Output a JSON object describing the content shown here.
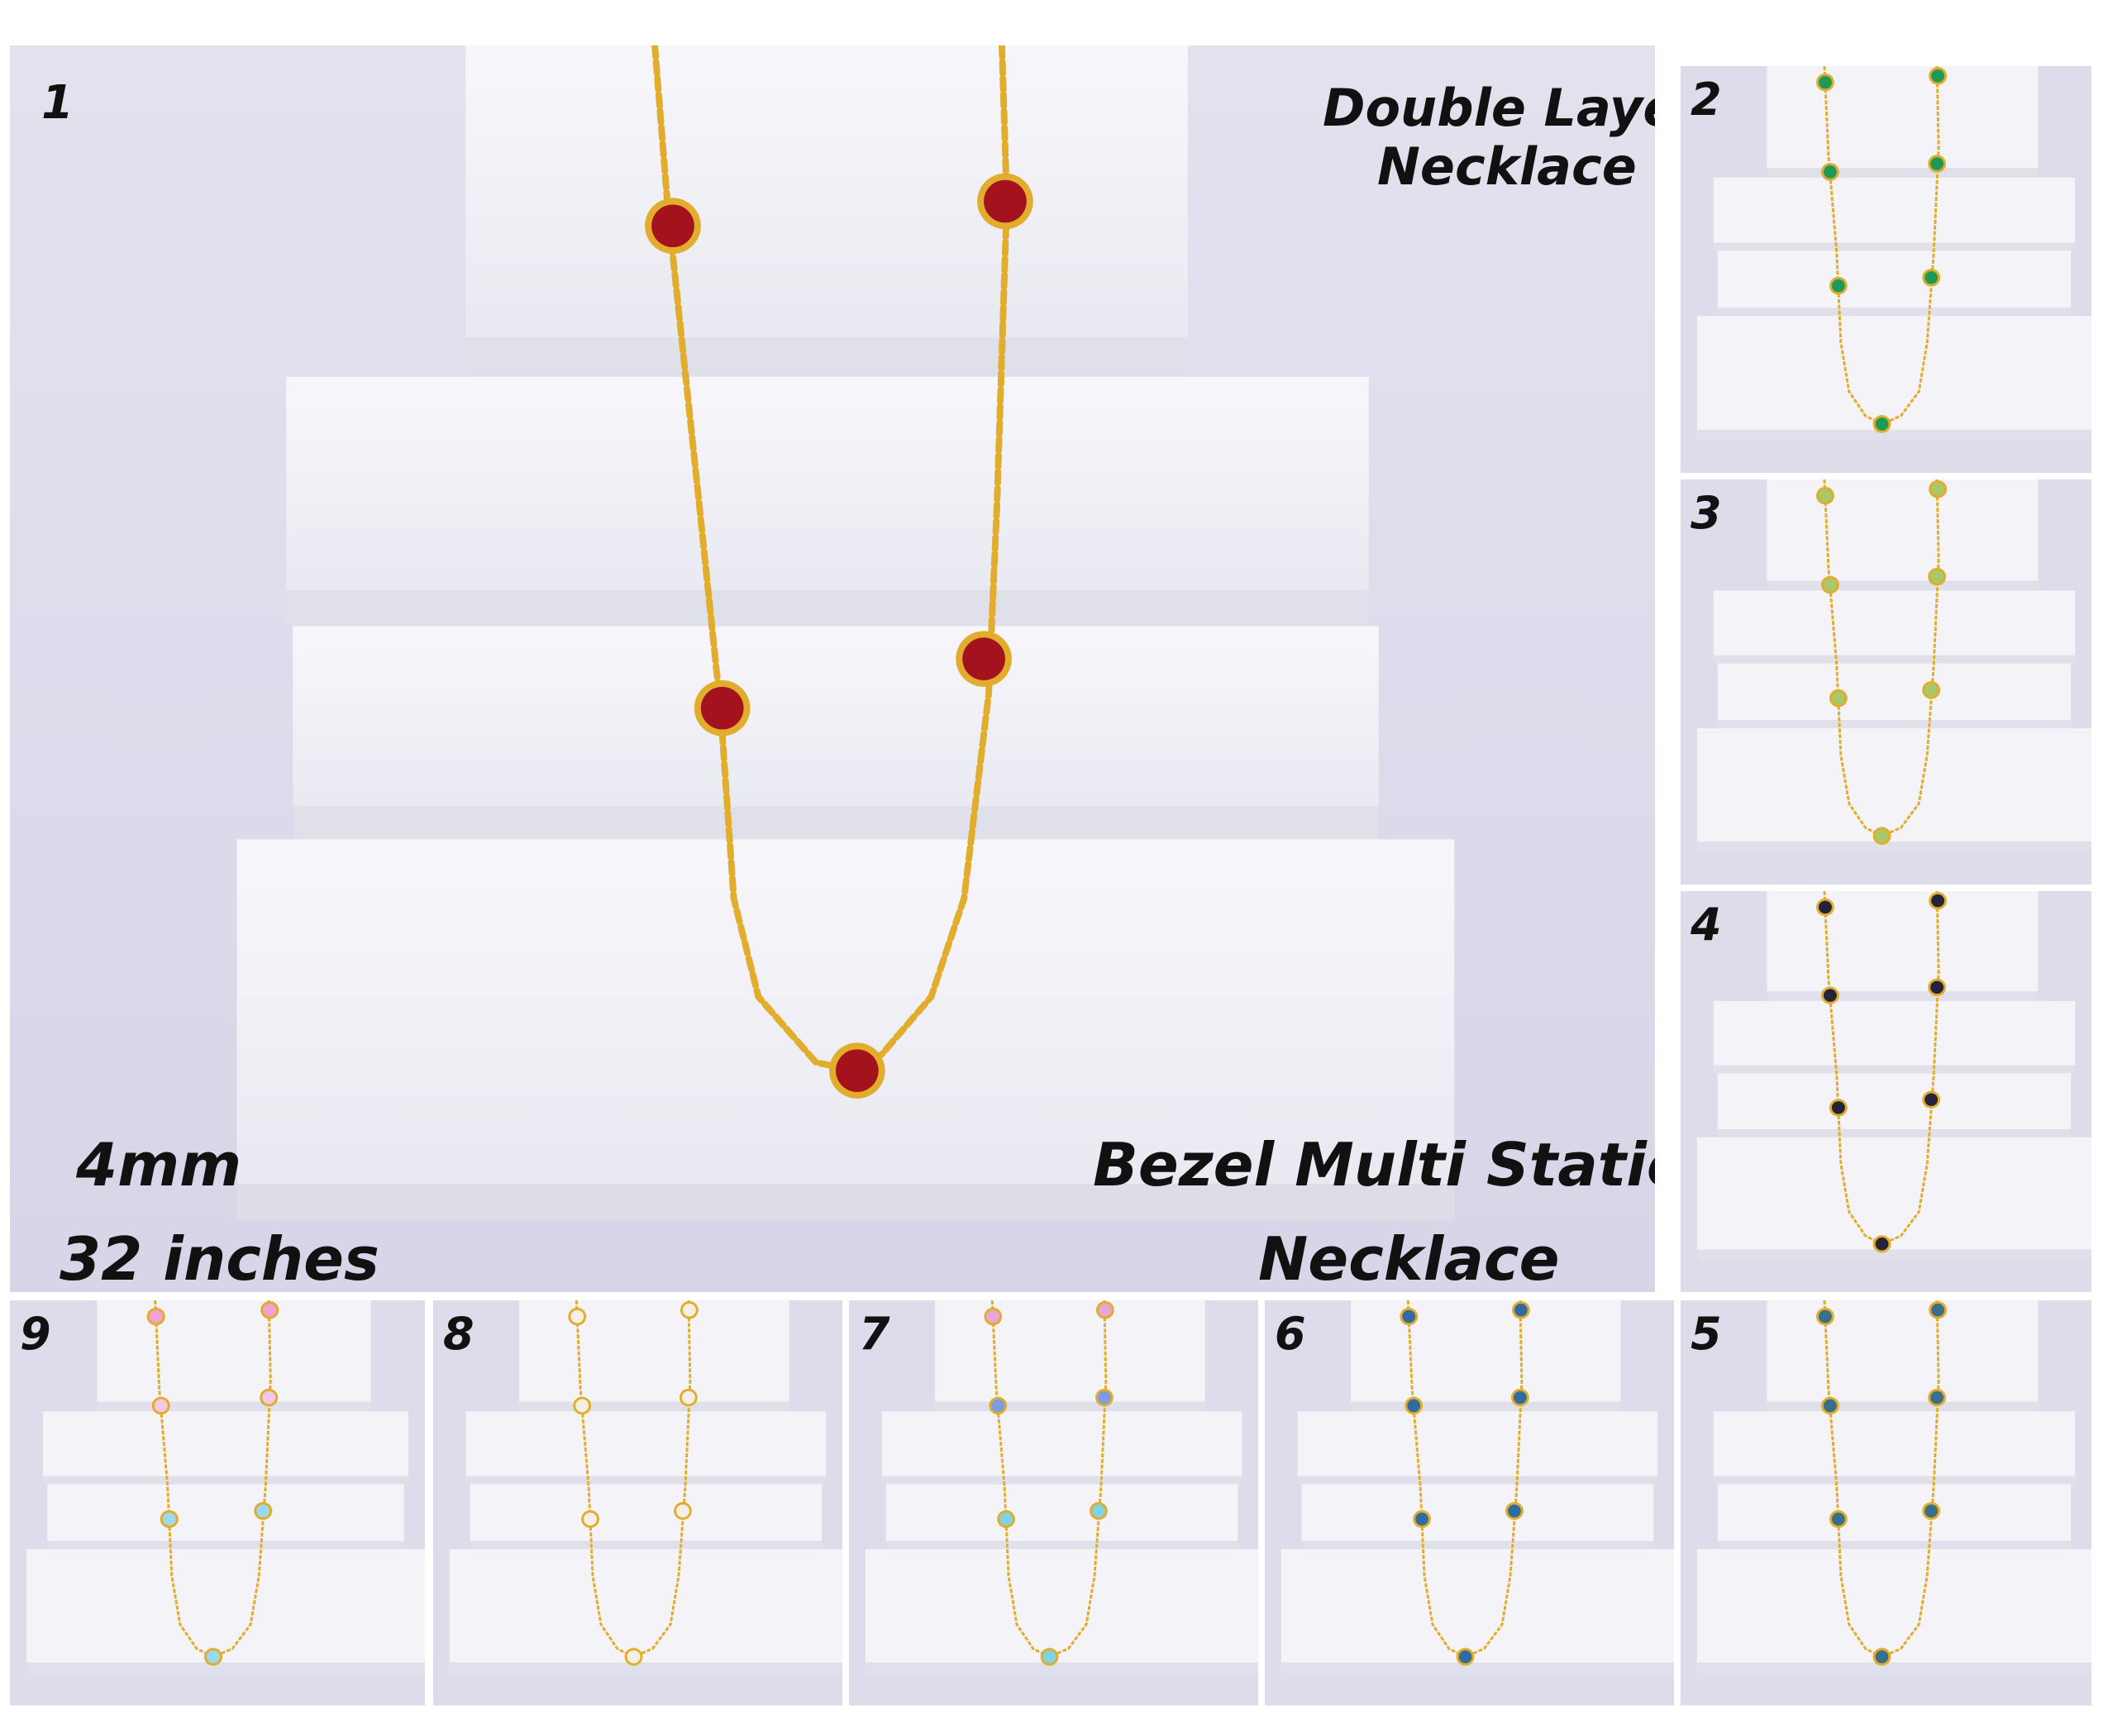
{
  "collage": {
    "main": {
      "number": "1",
      "title_line1": "Double Layer",
      "title_line2": "Necklace",
      "size_mm": "4mm",
      "length": "32 inches",
      "subtitle_line1": "Bezel Multi Station",
      "subtitle_line2": "Necklace",
      "stone_color": "#a3121d"
    },
    "thumbnails": [
      {
        "number": "2",
        "stone_color": "#1d9a57",
        "stones_2": "#1d9a57",
        "stones_3": "#1d9a57"
      },
      {
        "number": "3",
        "stone_color": "#a9c86a",
        "stones_2": "#a9c86a",
        "stones_3": "#a9c86a"
      },
      {
        "number": "4",
        "stone_color": "#23243a",
        "stones_2": "#23243a",
        "stones_3": "#23243a"
      },
      {
        "number": "5",
        "stone_color": "#3a6f8c",
        "stones_2": "#3a6f8c",
        "stones_3": "#3a6f8c"
      },
      {
        "number": "6",
        "stone_color": "#2f6ca0",
        "stones_2": "#2f6ca0",
        "stones_3": "#2f6ca0"
      },
      {
        "number": "7",
        "stone_color": "#e6a7d6",
        "stones_2": "#7d9be0",
        "stones_3": "#7fd3e3"
      },
      {
        "number": "8",
        "stone_color": "#f3efe6",
        "stones_2": "#f3efe6",
        "stones_3": "#f3efe6"
      },
      {
        "number": "9",
        "stone_color": "#f0a2d8",
        "stones_2": "#f3c7e6",
        "stones_3": "#9ad9ef"
      }
    ],
    "colors": {
      "background": "#dcdceb",
      "block": "#f1f1f6",
      "chain": "#e2ac2c"
    }
  }
}
